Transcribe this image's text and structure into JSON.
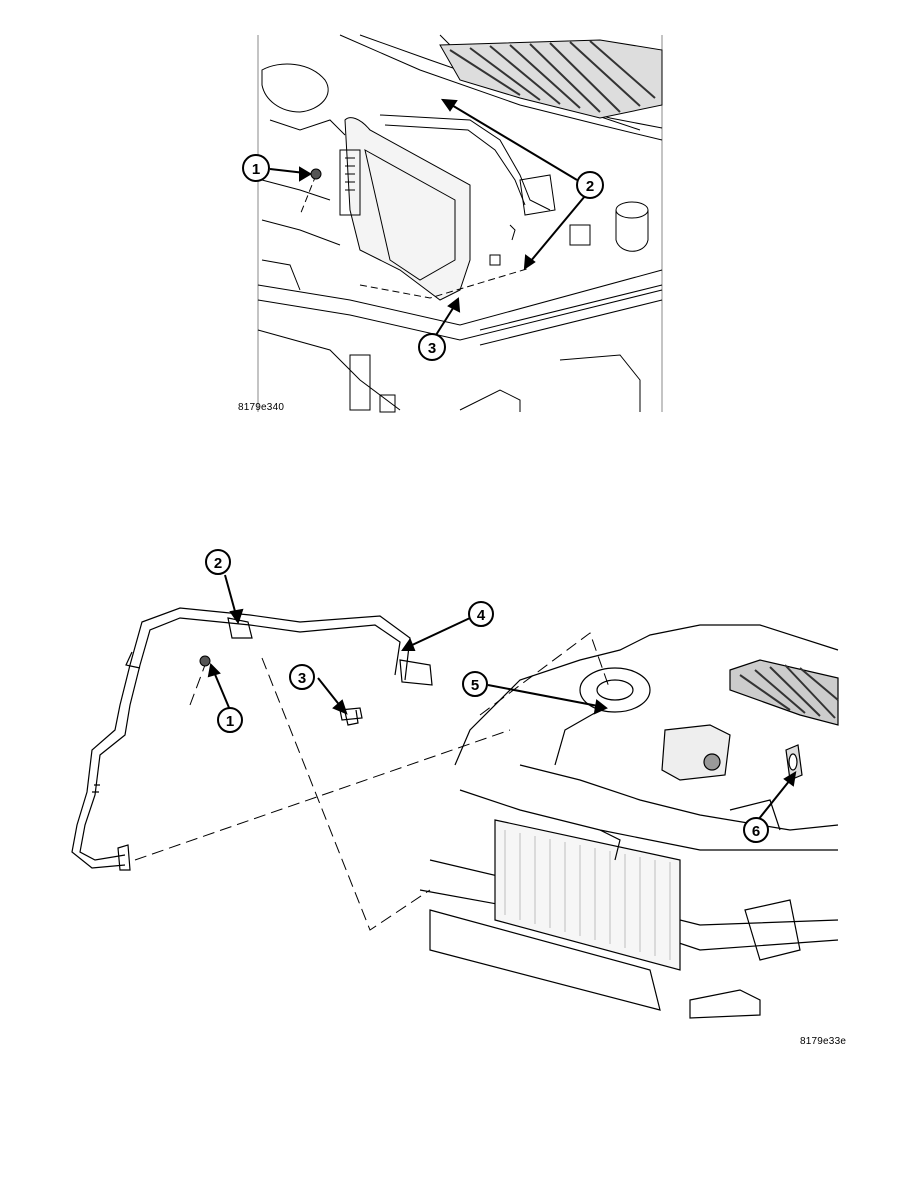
{
  "figures": [
    {
      "code": "8179e340",
      "callouts": [
        "1",
        "2",
        "3"
      ]
    },
    {
      "code": "8179e33e",
      "callouts": [
        "1",
        "2",
        "3",
        "4",
        "5",
        "6"
      ]
    }
  ]
}
